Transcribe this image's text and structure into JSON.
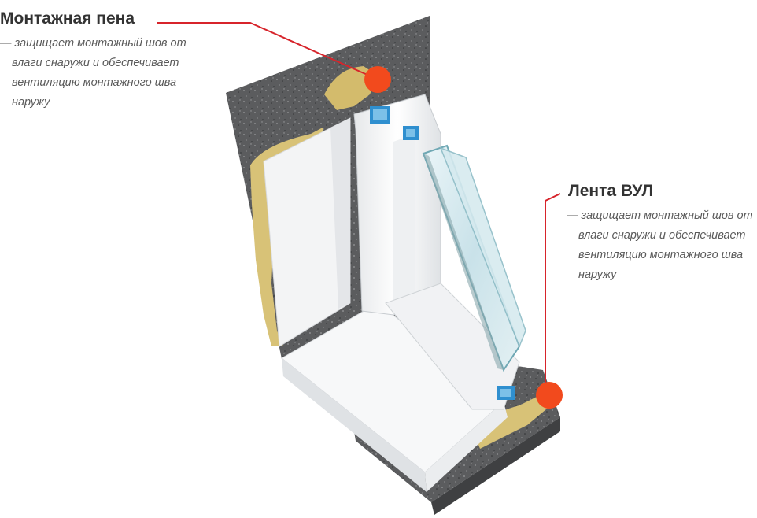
{
  "callouts": [
    {
      "title": "Монтажная пена",
      "lines": [
        "— защищает монтажный шов от",
        "влаги снаружи и обеспечивает",
        "вентиляцию монтажного шва",
        "наружу"
      ]
    },
    {
      "title": "Лента ВУЛ",
      "lines": [
        "— защищает монтажный шов от",
        "влаги снаружи и обеспечивает",
        "вентиляцию монтажного шва",
        "наружу"
      ]
    }
  ],
  "colors": {
    "accent_line": "#d7242b",
    "marker": "#f24a1d",
    "wall": "#58595b",
    "foam": "#d8c277",
    "pvc": "#f5f6f7",
    "glass": "#cde4ea",
    "reinforcement": "#2f8fcf"
  }
}
